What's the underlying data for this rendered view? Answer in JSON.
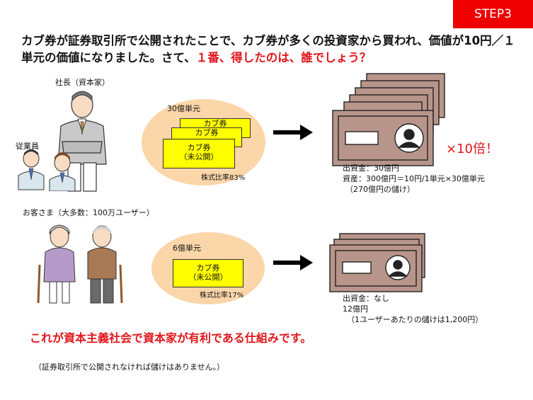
{
  "step_label": "STEP3",
  "title": {
    "line1": "カブ券が証券取引所で公開されたことで、カブ券が多くの投資家から買われ、価値が10円／１",
    "line2_prefix": "単元の価値になりました。さて、",
    "line2_emphasis": "１番、得したのは、誰でしょう？"
  },
  "capitalist": {
    "president_label": "社長（資本家）",
    "employees_label": "従業員",
    "units_label": "30億単元",
    "card_label_1": "カブ券",
    "card_label_2": "カブ券",
    "card_label_3a": "カブ券",
    "card_label_3b": "（未公開）",
    "share_ratio": "株式比率83%",
    "multiplier": "×10倍！",
    "investment": "出資金：30億円",
    "assets": "資産：300億円＝10円/1単元×30億単元",
    "profit": "（270億円の儲け）"
  },
  "customers": {
    "label": "お客さま（大多数：100万ユーザー）",
    "units_label": "6億単元",
    "card_label_a": "カブ券",
    "card_label_b": "（未公開）",
    "share_ratio": "株式比率17%",
    "investment": "出資金：なし",
    "amount": "12億円",
    "profit_per_user": "（1ユーザーあたりの儲けは1,200円）"
  },
  "conclusion": "これが資本主義社会で資本家が有利である仕組みです。",
  "footnote": "（証券取引所で公開されなければ儲けはありません。）",
  "colors": {
    "accent_red": "#e0161c",
    "card_yellow": "#ffff00",
    "ellipse_peach": "#fbd6a9",
    "banknote_brown": "#b8958a"
  }
}
